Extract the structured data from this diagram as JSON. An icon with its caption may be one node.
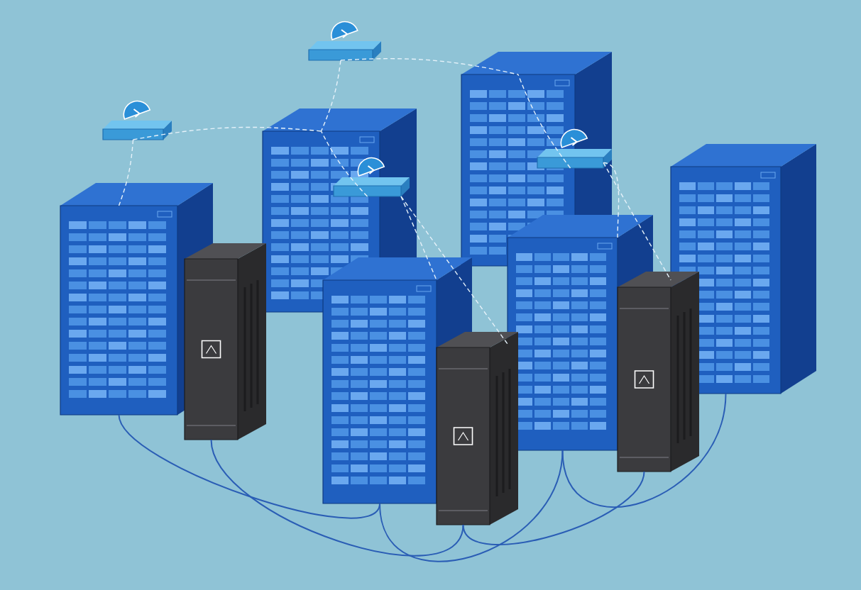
{
  "diagram": {
    "nodes": [
      {
        "text": [],
        "shape": "cloud"
      },
      {
        "text": [],
        "shape": "cloud"
      },
      {
        "text": [],
        "shape": "box"
      },
      {
        "text": [],
        "shape": "cloud"
      },
      {
        "text": [],
        "shape": "box"
      },
      {
        "text": [],
        "shape": "cloud"
      },
      {
        "text": [],
        "shape": "box"
      },
      {
        "text": [],
        "shape": "box"
      },
      {
        "text": [],
        "shape": "box"
      },
      {
        "text": [],
        "shape": "box"
      },
      {
        "text": [],
        "shape": "box"
      },
      {
        "text": [],
        "shape": "box"
      },
      {
        "text": [],
        "shape": "box"
      }
    ],
    "edges": [
      {
        "from": 0,
        "to": 6,
        "arrow": "none",
        "style": "dashed"
      },
      {
        "from": 0,
        "to": 2,
        "arrow": "none",
        "style": "dashed"
      },
      {
        "from": 1,
        "to": 2,
        "arrow": "none",
        "style": "dashed"
      },
      {
        "from": 1,
        "to": 4,
        "arrow": "none",
        "style": "dashed"
      },
      {
        "from": 3,
        "to": 2,
        "arrow": "none",
        "style": "dashed"
      },
      {
        "from": 3,
        "to": 8,
        "arrow": "none",
        "style": "dashed"
      },
      {
        "from": 3,
        "to": 10,
        "arrow": "none",
        "style": "dashed"
      },
      {
        "from": 5,
        "to": 4,
        "arrow": "none",
        "style": "dashed"
      },
      {
        "from": 5,
        "to": 10,
        "arrow": "none",
        "style": "dashed"
      },
      {
        "from": 5,
        "to": 12,
        "arrow": "none",
        "style": "dashed"
      },
      {
        "from": 6,
        "to": 8,
        "arrow": "none",
        "color": "#2a5db5"
      },
      {
        "from": 8,
        "to": 10,
        "arrow": "none",
        "color": "#2a5db5"
      },
      {
        "from": 10,
        "to": 12,
        "arrow": "none",
        "color": "#2a5db5"
      },
      {
        "from": 7,
        "to": 9,
        "arrow": "none",
        "color": "#2a5db5"
      },
      {
        "from": 9,
        "to": 11,
        "arrow": "none",
        "color": "#2a5db5"
      }
    ]
  }
}
